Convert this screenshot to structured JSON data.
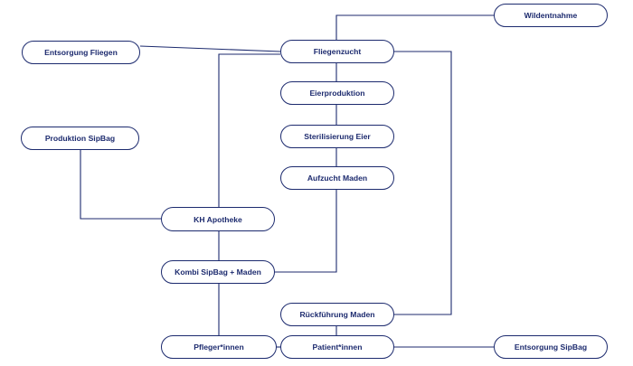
{
  "diagram": {
    "colors": {
      "stroke": "#1c2a6e",
      "text": "#1c2a6e",
      "background": "#ffffff"
    },
    "nodes": {
      "wildentnahme": "Wildentnahme",
      "entsorgung_fliegen": "Entsorgung Fliegen",
      "fliegenzucht": "Fliegenzucht",
      "eierproduktion": "Eierproduktion",
      "sterilisierung_eier": "Sterilisierung Eier",
      "produktion_sipbag": "Produktion SipBag",
      "aufzucht_maden": "Aufzucht Maden",
      "kh_apotheke": "KH Apotheke",
      "kombi_sipbag_maden": "Kombi SipBag + Maden",
      "rueckfuehrung_maden": "Rückführung Maden",
      "pfleger_innen": "Pfleger*innen",
      "patient_innen": "Patient*innen",
      "entsorgung_sipbag": "Entsorgung SipBag"
    }
  }
}
